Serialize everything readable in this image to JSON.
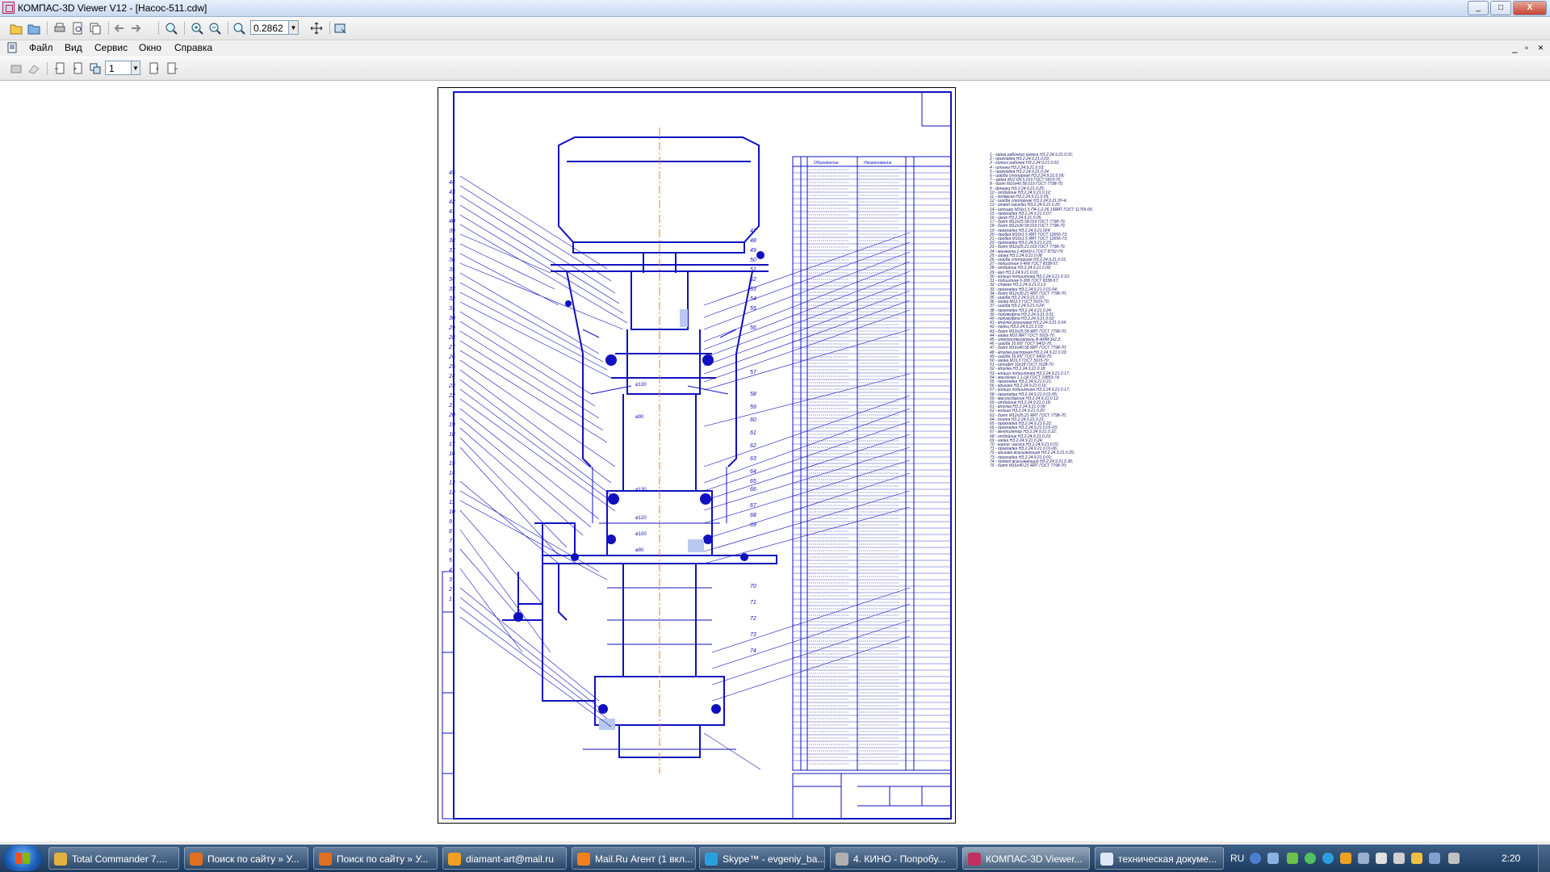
{
  "window": {
    "title": "КОМПАС-3D Viewer V12 - [Насос-511.cdw]",
    "minimize": "_",
    "maximize": "□",
    "close": "X"
  },
  "toolbar": {
    "zoom_value": "0.2862",
    "page_value": "1",
    "icons": [
      "open-icon",
      "open-folder-icon",
      "print-icon",
      "print-preview-icon",
      "copy-icon",
      "arrow-left-icon",
      "arrow-right-icon",
      "zoom-icon",
      "zoom-in-icon",
      "zoom-out-icon",
      "zoom-frame-icon",
      "pan-icon",
      "refresh-view-icon"
    ]
  },
  "menu": {
    "items": [
      "Файл",
      "Вид",
      "Сервис",
      "Окно",
      "Справка"
    ]
  },
  "mdi": {
    "minimize": "_",
    "restore": "▫",
    "close": "×"
  },
  "drawing": {
    "spec_header": [
      "Обозначение",
      "Наименование"
    ],
    "position_numbers_left": [
      "45",
      "44",
      "43",
      "42",
      "41",
      "40",
      "39",
      "38",
      "37",
      "36",
      "35",
      "34",
      "33",
      "32",
      "31",
      "30",
      "29",
      "28",
      "27",
      "26",
      "25",
      "24",
      "23",
      "22",
      "21",
      "20",
      "19",
      "18",
      "17",
      "16",
      "15",
      "14",
      "13",
      "12",
      "11",
      "10",
      "9",
      "8",
      "7",
      "6",
      "5",
      "4",
      "3",
      "2",
      "1"
    ],
    "position_numbers_right": [
      "47",
      "48",
      "49",
      "50",
      "51",
      "52",
      "53",
      "54",
      "55",
      "56",
      "57",
      "58",
      "59",
      "60",
      "61",
      "62",
      "63",
      "64",
      "65",
      "66",
      "67",
      "68",
      "69",
      "70",
      "71",
      "72",
      "73",
      "74"
    ],
    "dimension_labels": [
      "ø130",
      "ø90",
      "ø130",
      "ø120",
      "ø100",
      "ø80"
    ]
  },
  "legend": {
    "lines": [
      "1 - гайка рабочего колеса НЗ.2.24.9.21.0.01;",
      "2 - прокладка НЗ.2.24.9.21.0.03;",
      "3 - колесо рабочее НЗ.2.24.9.21.0.02;",
      "4 - шпонка НЗ.2.24.9.21.0.03;",
      "5 - прокладка НЗ.2.24.9.21.0.24;",
      "6 - шайба стопорная НЗ.2.24.9.21.0.09;",
      "7 - гайка М12 6Н.5.019 ГОСТ 5915-70;",
      "8 - болт М16х40.58.019 ГОСТ 7798-70;",
      "9 - фланец НЗ.2.24.9.21.0.25;",
      "10 - отбойник НЗ.2.24.9.21.0.12;",
      "11 - подвеска НЗ.2.24.9.21.0.05;",
      "12 - шайба стопорная НЗ.2.24.9.21.00-4;",
      "13 - отвод насадки НЗ.2.24.9.21.0.25;",
      "14 - штуцер М16х1.5 П4-1-2.26.19ЯЯТ ГОСТ 11765-66;",
      "15 - прокладка НЗ.2.24.9.21.0.07;",
      "16 - шкив НЗ.2.24.9.21.0.05;",
      "17 - болт М12х25.58.019 ГОСТ 7798-70;",
      "18 - болт М12х30.58.019 ГОСТ 7798-70;",
      "19 - прокладка НЗ.2.24.9.21.024;",
      "20 - пробка М10х1.5 ЯЯТ ГОСТ 12656-73;",
      "21 - пробка М10х1.5 ЯЯТ ГОСТ 12656-73;",
      "22 - прокладка НЗ.2.24.9.21.0.23;",
      "23 - болт М12х25.21.019 ГОСТ 7798-70;",
      "24 - манжета 1-40х60-1 ГОСТ 8752-79;",
      "25 - гайка НЗ.2.24.9.21.0.08;",
      "26 - шайба стопорная НЗ.2.24.9.21.0.01;",
      "27 - подшипник 6-406 ГОСТ 8338-57;",
      "28 - отбойник НЗ.2.24.9.21.0.09;",
      "29 - вал НЗ.2.24.9.21.0.01;",
      "30 - кольцо подшипника НЗ.2.24.9.21.0.10;",
      "31 - подшипник 6-306 ГОСТ 8338-57;",
      "32 - стакан НЗ.2.24.9.21.0.13;",
      "33 - прокладка НЗ.2.24.9.21.0.01-04;",
      "34 - болт М12х30.21 ЯЯТ ГОСТ 7798-70;",
      "35 - шайба НЗ.2.24.9.21.0.15;",
      "36 - гайка М12.5 ГОСТ 5915-70;",
      "37 - шайба НЗ.2.24.9.21.0.24;",
      "38 - прокладка НЗ.2.24.9.21.0.24;",
      "39 - полумуфта НЗ.2.24.9.21.0.01;",
      "40 - полумуфта НЗ.2.24.9.21.0.02;",
      "41 - втулка резиновая НЗ.2.24.9.21.0.04;",
      "42 - палец НЗ.2.24.9.21.0.03;",
      "43 - болт М10х25.58 ЯЯТ ГОСТ 7798-70;",
      "44 - гайка М10 ЯЯТ ГОСТ 5915-70;",
      "45 - электродвигатель В-АИМ-3х2.2;",
      "46 - шайба 10.65Г ГОСТ 6402-70;",
      "47 - болт М16х40.58 ЯЯТ ГОСТ 7798-70;",
      "48 - втулка распорная НЗ.2.24.9.21.0.03;",
      "49 - шайба 16.65Г ГОСТ 6402-70;",
      "50 - гайка М16.5 ГОСТ 5915-70;",
      "51 - штифт 10х18 ГОСТ 3128-70;",
      "52 - втулка НЗ.2.24.9.21.0.18;",
      "53 - кольцо подшипника НЗ.2.24.9.21.0.17;",
      "54 - масленка 1.1-Ц6 ГОСТ 19853-74;",
      "55 - прокладка НЗ.2.24.9.21.0.21;",
      "56 - крышка НЗ.2.24.9.21.0.16;",
      "57 - кольцо подшипника НЗ.2.24.9.21.0.17;",
      "58 - прокладка НЗ.2.24.9.21.0.01-05;",
      "59 - маслосборник НЗ.2.24.9.21.0.12;",
      "60 - отбойник НЗ.2.24.9.21.0.18;",
      "61 - втулка НЗ.2.24.9.21.0.09;",
      "62 - кольцо НЗ.2.24.9.21.0.20;",
      "63 - болт М12х25.21 ЯЯТ ГОСТ 7798-70;",
      "64 - плита НЗ.2.24.9.21.0.21;",
      "65 - прокладка НЗ.2.24.9.21.0.22;",
      "66 - прокладка НЗ.2.24.9.21.0.01-03;",
      "67 - вентилятор НЗ.2.24.9.21.0.22;",
      "68 - отбойник НЗ.2.24.9.21.0.23;",
      "69 - гайка НЗ.2.24.9.21.0.24;",
      "70 - корпус насоса НЗ.2.24.9.21.0.01;",
      "71 - прокладка НЗ.2.24.9.21.0.01-06;",
      "72 - крышка всасывающая НЗ.2.24.9.21.0.25;",
      "73 - прокладка НЗ.2.24.9.21.0.01;",
      "74 - подвод всасывающий НЗ.2.24.9.21.0.30;",
      "75 - болт М16х40.21 ЯЯТ ГОСТ 7798-70;"
    ]
  },
  "taskbar": {
    "tasks": [
      {
        "label": "Total Commander 7....",
        "icon": "total-commander-icon",
        "color": "#e0b040"
      },
      {
        "label": "Поиск по сайту » У...",
        "icon": "firefox-icon",
        "color": "#e07020"
      },
      {
        "label": "Поиск по сайту » У...",
        "icon": "firefox-icon",
        "color": "#e07020"
      },
      {
        "label": "diamant-art@mail.ru",
        "icon": "mail-icon",
        "color": "#f0a020"
      },
      {
        "label": "Mail.Ru Агент (1 вкл...",
        "icon": "mail-agent-icon",
        "color": "#f08020"
      },
      {
        "label": "Skype™ - evgeniy_ba...",
        "icon": "skype-icon",
        "color": "#2a9fe0"
      },
      {
        "label": "4. КИНО - Попробу...",
        "icon": "player-icon",
        "color": "#b0b0b0"
      },
      {
        "label": "КОМПАС-3D Viewer...",
        "icon": "kompas-icon",
        "color": "#c03060"
      },
      {
        "label": "техническая докуме...",
        "icon": "notepad-icon",
        "color": "#dde8f5"
      }
    ],
    "language": "RU",
    "clock": "2:20"
  }
}
